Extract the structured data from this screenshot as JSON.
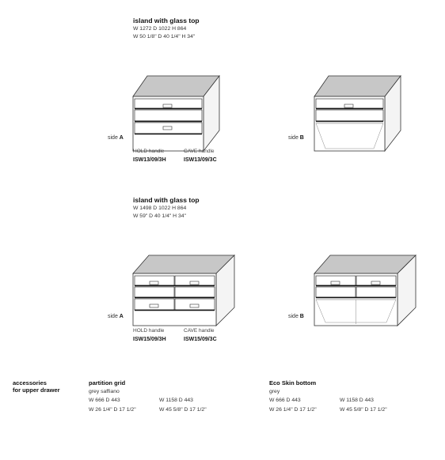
{
  "section1": {
    "title": "island with glass top",
    "dim_mm": "W 1272 D 1022 H 864",
    "dim_in": "W 50 1/8\" D 40 1/4\" H 34\"",
    "side_a_label": "side",
    "side_a_letter": "A",
    "side_b_label": "side",
    "side_b_letter": "B",
    "hold_label": "HOLD handle",
    "hold_code": "ISW13/09/3H",
    "cave_label": "CAVE handle",
    "cave_code": "ISW13/09/3C"
  },
  "section2": {
    "title": "island with glass top",
    "dim_mm": "W 1498 D 1022 H 864",
    "dim_in": "W 59\" D 40 1/4\" H 34\"",
    "side_a_label": "side",
    "side_a_letter": "A",
    "side_b_label": "side",
    "side_b_letter": "B",
    "hold_label": "HOLD handle",
    "hold_code": "ISW15/09/3H",
    "cave_label": "CAVE handle",
    "cave_code": "ISW15/09/3C"
  },
  "accessories": {
    "heading_line1": "accessories",
    "heading_line2": "for upper drawer",
    "partition": {
      "title": "partition grid",
      "material": "grey saffiano",
      "a_mm": "W 666 D 443",
      "a_in": "W 26 1/4\" D 17 1/2\"",
      "b_mm": "W 1158 D 443",
      "b_in": "W 45 5/8\" D 17 1/2\""
    },
    "ecoskin": {
      "title": "Eco Skin bottom",
      "material": "grey",
      "a_mm": "W 666 D 443",
      "a_in": "W 26 1/4\" D 17 1/2\"",
      "b_mm": "W 1158 D 443",
      "b_in": "W 45 5/8\" D 17 1/2\""
    }
  }
}
